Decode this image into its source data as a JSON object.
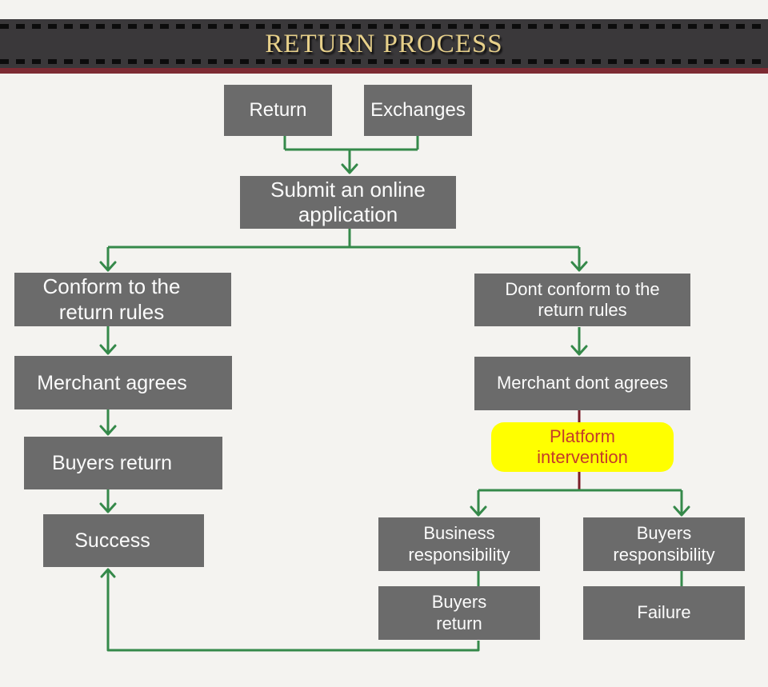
{
  "title_banner": {
    "title": "RETURN PROCESS"
  },
  "colors": {
    "background": "#f4f3f0",
    "banner_band": "#3a383a",
    "banner_perforation": "#0c0c0c",
    "banner_red_stripe": "#7d2b33",
    "title_gold": "#e7d08a",
    "node_gray": "#6b6b6b",
    "node_text": "#fbfbfb",
    "connector_green": "#35894a",
    "connector_maroon": "#7b1e28",
    "highlight_yellow": "#ffff00",
    "highlight_text_red": "#c43b2a"
  },
  "nodes": {
    "return": {
      "label": "Return"
    },
    "exchanges": {
      "label": "Exchanges"
    },
    "submit_application": {
      "label": "Submit an online\napplication"
    },
    "conform_rules": {
      "label": "Conform to the\nreturn rules"
    },
    "merchant_agrees": {
      "label": "Merchant agrees"
    },
    "buyers_return_left": {
      "label": "Buyers return"
    },
    "success": {
      "label": "Success"
    },
    "dont_conform_rules": {
      "label": "Dont conform to the\nreturn rules"
    },
    "merchant_dont_agrees": {
      "label": "Merchant dont agrees"
    },
    "platform_intervention": {
      "label": "Platform\nintervention"
    },
    "business_responsibility": {
      "label": "Business\nresponsibility"
    },
    "buyers_responsibility": {
      "label": "Buyers\nresponsibility"
    },
    "buyers_return_right": {
      "label": "Buyers\nreturn"
    },
    "failure": {
      "label": "Failure"
    }
  },
  "edges": [
    {
      "from": "return",
      "to": "submit_application",
      "style": "green-arrow"
    },
    {
      "from": "exchanges",
      "to": "submit_application",
      "style": "green-arrow"
    },
    {
      "from": "submit_application",
      "to": "conform_rules",
      "style": "green-arrow"
    },
    {
      "from": "submit_application",
      "to": "dont_conform_rules",
      "style": "green-arrow"
    },
    {
      "from": "conform_rules",
      "to": "merchant_agrees",
      "style": "green-arrow"
    },
    {
      "from": "merchant_agrees",
      "to": "buyers_return_left",
      "style": "green-arrow"
    },
    {
      "from": "buyers_return_left",
      "to": "success",
      "style": "green-arrow"
    },
    {
      "from": "dont_conform_rules",
      "to": "merchant_dont_agrees",
      "style": "green-arrow"
    },
    {
      "from": "merchant_dont_agrees",
      "to": "platform_intervention",
      "style": "maroon-line"
    },
    {
      "from": "platform_intervention",
      "to": "business_responsibility",
      "style": "green-arrow"
    },
    {
      "from": "platform_intervention",
      "to": "buyers_responsibility",
      "style": "green-arrow"
    },
    {
      "from": "business_responsibility",
      "to": "buyers_return_right",
      "style": "green-line"
    },
    {
      "from": "buyers_responsibility",
      "to": "failure",
      "style": "green-line"
    },
    {
      "from": "buyers_return_right",
      "to": "success",
      "style": "green-arrow-loop"
    }
  ]
}
